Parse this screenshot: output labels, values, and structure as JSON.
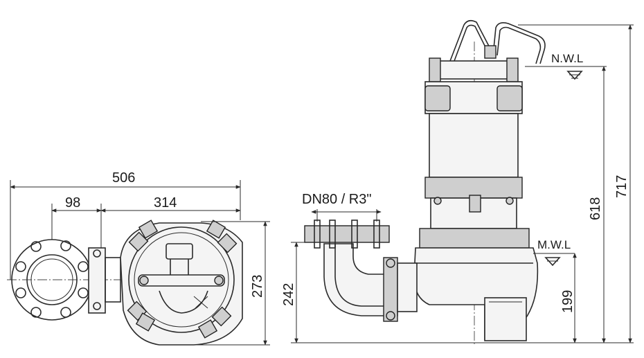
{
  "dimensions": {
    "overall_width": "506",
    "flange_offset": "98",
    "body_width": "314",
    "plan_height": "273",
    "outlet_height": "242",
    "mwl_height": "199",
    "nwl_height": "618",
    "overall_height": "717"
  },
  "labels": {
    "outlet": "DN80 / R3\"",
    "nwl": "N.W.L",
    "mwl": "M.W.L"
  },
  "colors": {
    "line": "#2a2a2a",
    "background": "#ffffff"
  }
}
